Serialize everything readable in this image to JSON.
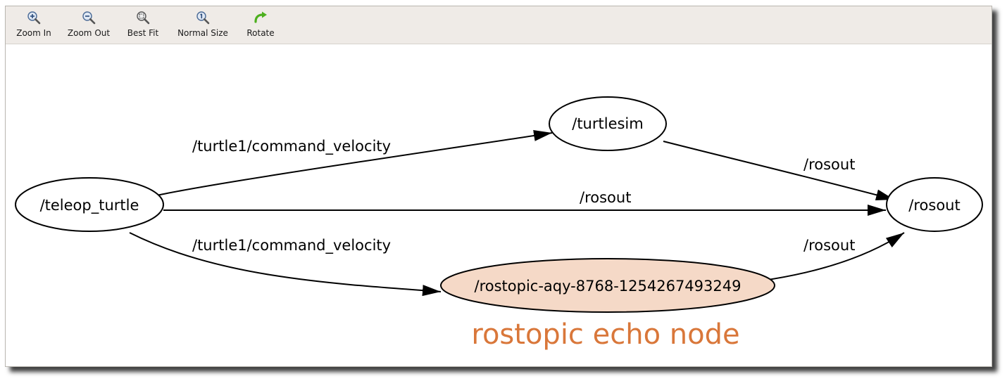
{
  "toolbar": {
    "buttons": [
      {
        "id": "zoom-in",
        "label": "Zoom In",
        "icon": "zoom-in-icon"
      },
      {
        "id": "zoom-out",
        "label": "Zoom Out",
        "icon": "zoom-out-icon"
      },
      {
        "id": "best-fit",
        "label": "Best Fit",
        "icon": "zoom-fit-icon"
      },
      {
        "id": "normal-size",
        "label": "Normal Size",
        "icon": "zoom-100-icon"
      },
      {
        "id": "rotate",
        "label": "Rotate",
        "icon": "rotate-arrow-icon"
      }
    ]
  },
  "graph": {
    "nodes": {
      "turtlesim": "/turtlesim",
      "teleop_turtle": "/teleop_turtle",
      "rosout": "/rosout",
      "rostopic": "/rostopic-aqy-8768-1254267493249"
    },
    "edges": {
      "teleop_to_turtlesim": "/turtle1/command_velocity",
      "turtlesim_to_rosout": "/rosout",
      "teleop_to_rosout": "/rosout",
      "teleop_to_rostopic": "/turtle1/command_velocity",
      "rostopic_to_rosout": "/rosout"
    },
    "annotation": "rostopic echo node"
  },
  "colors": {
    "toolbar_bg": "#efebe7",
    "highlight_node_fill": "#f5d9c7",
    "annotation": "#d9773a",
    "rotate_icon": "#4caf1e"
  }
}
